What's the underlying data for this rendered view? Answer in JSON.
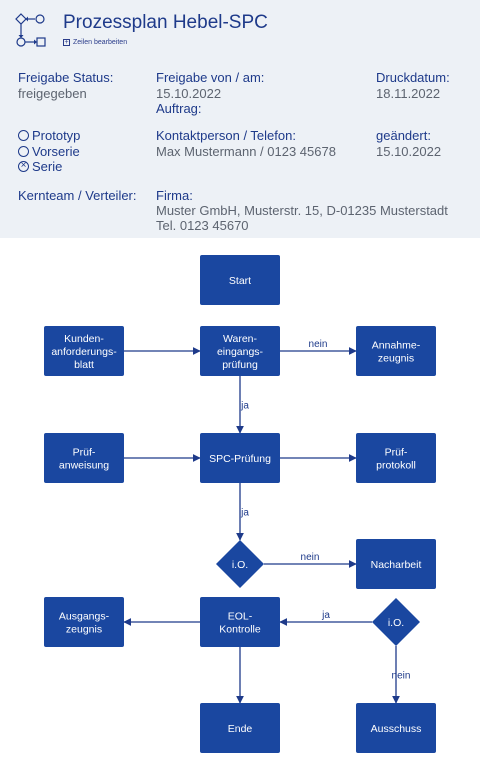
{
  "header": {
    "title": "Prozessplan Hebel-SPC",
    "edit_rows_label": "Zeilen bearbeiten",
    "release_status_label": "Freigabe Status:",
    "release_status_value": "freigegeben",
    "release_by_label": "Freigabe von / am:",
    "release_by_value": "15.10.2022",
    "order_label": "Auftrag:",
    "print_date_label": "Druckdatum:",
    "print_date_value": "18.11.2022",
    "stages": [
      {
        "label": "Prototyp",
        "checked": false
      },
      {
        "label": "Vorserie",
        "checked": false
      },
      {
        "label": "Serie",
        "checked": true
      }
    ],
    "contact_label": "Kontaktperson / Telefon:",
    "contact_value": "Max Mustermann / 0123 45678",
    "changed_label": "geändert:",
    "changed_value": "15.10.2022",
    "team_label": "Kernteam / Verteiler:",
    "company_label": "Firma:",
    "company_address": "Muster GmbH, Musterstr. 15, D-01235 Musterstadt",
    "company_phone": "Tel. 0123 45670"
  },
  "colors": {
    "node_fill": "#1a47a0",
    "edge": "#1e3a8a",
    "header_bg": "#edf1f6",
    "header_text": "#1e3a8a",
    "value_text": "#5d6470"
  },
  "diagram": {
    "nodes": [
      {
        "id": "start",
        "shape": "rect",
        "lines": [
          "Start"
        ]
      },
      {
        "id": "kunden",
        "shape": "rect",
        "lines": [
          "Kunden-",
          "anforderungs-",
          "blatt"
        ]
      },
      {
        "id": "waren",
        "shape": "rect",
        "lines": [
          "Waren-",
          "eingangs-",
          "prüfung"
        ]
      },
      {
        "id": "annahme",
        "shape": "rect",
        "lines": [
          "Annahme-",
          "zeugnis"
        ]
      },
      {
        "id": "pruefanw",
        "shape": "rect",
        "lines": [
          "Prüf-",
          "anweisung"
        ]
      },
      {
        "id": "spc",
        "shape": "rect",
        "lines": [
          "SPC-Prüfung"
        ]
      },
      {
        "id": "protokoll",
        "shape": "rect",
        "lines": [
          "Prüf-",
          "protokoll"
        ]
      },
      {
        "id": "io1",
        "shape": "diamond",
        "lines": [
          "i.O."
        ]
      },
      {
        "id": "nacharbeit",
        "shape": "rect",
        "lines": [
          "Nacharbeit"
        ]
      },
      {
        "id": "ausgang",
        "shape": "rect",
        "lines": [
          "Ausgangs-",
          "zeugnis"
        ]
      },
      {
        "id": "eol",
        "shape": "rect",
        "lines": [
          "EOL-",
          "Kontrolle"
        ]
      },
      {
        "id": "io2",
        "shape": "diamond",
        "lines": [
          "i.O."
        ]
      },
      {
        "id": "ende",
        "shape": "rect",
        "lines": [
          "Ende"
        ]
      },
      {
        "id": "ausschuss",
        "shape": "rect",
        "lines": [
          "Ausschuss"
        ]
      }
    ],
    "edges": [
      {
        "from": "kunden",
        "to": "waren",
        "label": ""
      },
      {
        "from": "waren",
        "to": "annahme",
        "label": "nein"
      },
      {
        "from": "waren",
        "to": "spc",
        "label": "ja"
      },
      {
        "from": "pruefanw",
        "to": "spc",
        "label": ""
      },
      {
        "from": "spc",
        "to": "protokoll",
        "label": ""
      },
      {
        "from": "spc",
        "to": "io1",
        "label": "ja"
      },
      {
        "from": "io1",
        "to": "nacharbeit",
        "label": "nein"
      },
      {
        "from": "io2",
        "to": "eol",
        "label": "ja"
      },
      {
        "from": "eol",
        "to": "ausgang",
        "label": ""
      },
      {
        "from": "eol",
        "to": "ende",
        "label": ""
      },
      {
        "from": "io2",
        "to": "ausschuss",
        "label": "nein"
      }
    ]
  }
}
